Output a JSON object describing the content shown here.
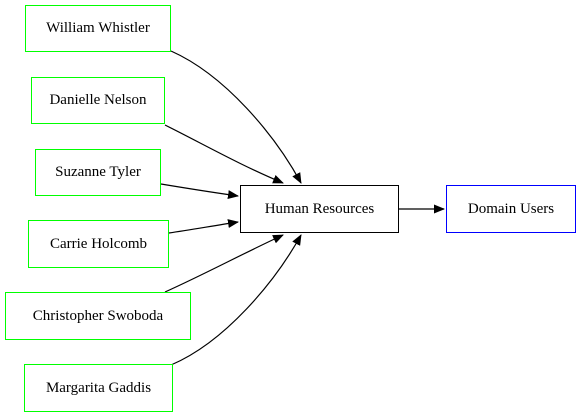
{
  "diagram": {
    "members": [
      {
        "label": "William Whistler",
        "border_color": "#00ff00"
      },
      {
        "label": "Danielle Nelson",
        "border_color": "#00ff00"
      },
      {
        "label": "Suzanne Tyler",
        "border_color": "#00ff00"
      },
      {
        "label": "Carrie Holcomb",
        "border_color": "#00ff00"
      },
      {
        "label": "Christopher Swoboda",
        "border_color": "#00ff00"
      },
      {
        "label": "Margarita Gaddis",
        "border_color": "#00ff00"
      }
    ],
    "group": {
      "label": "Human Resources",
      "border_color": "#000000"
    },
    "target": {
      "label": "Domain Users",
      "border_color": "#0000ff"
    },
    "edges": [
      {
        "from": "William Whistler",
        "to": "Human Resources"
      },
      {
        "from": "Danielle Nelson",
        "to": "Human Resources"
      },
      {
        "from": "Suzanne Tyler",
        "to": "Human Resources"
      },
      {
        "from": "Carrie Holcomb",
        "to": "Human Resources"
      },
      {
        "from": "Christopher Swoboda",
        "to": "Human Resources"
      },
      {
        "from": "Margarita Gaddis",
        "to": "Human Resources"
      },
      {
        "from": "Human Resources",
        "to": "Domain Users"
      }
    ]
  }
}
